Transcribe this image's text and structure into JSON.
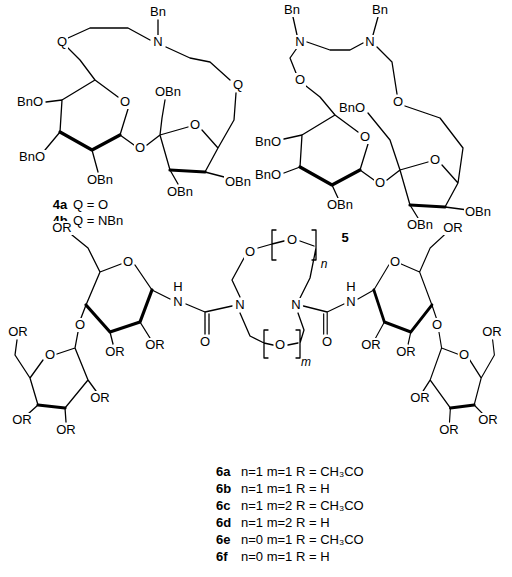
{
  "diagram": {
    "labels": [
      "Bn",
      "Q",
      "N",
      "Q",
      "O",
      "BnO",
      "OBn",
      "O",
      "O",
      "BnO",
      "OBn",
      "OBn",
      "OBn",
      "4a",
      "Q = O",
      "4b",
      "Q = NBn",
      "Bn",
      "Bn",
      "N",
      "N",
      "O",
      "O",
      "BnO",
      "O",
      "BnO",
      "O",
      "BnO",
      "O",
      "OBn",
      "OBn",
      "OBn",
      "5",
      "OR",
      "O",
      "H",
      "N",
      "O",
      "O",
      "OR",
      "OR",
      "OR",
      "O",
      "OR",
      "OR",
      "OR",
      "O",
      "O",
      "n",
      "N",
      "N",
      "O",
      "m",
      "OR",
      "O",
      "H",
      "N",
      "O",
      "O",
      "OR",
      "OR",
      "OR",
      "O",
      "OR",
      "OR",
      "OR",
      "6a",
      "n=1 m=1 R = CH₃CO",
      "6b",
      "n=1 m=1 R = H",
      "6c",
      "n=1 m=2 R = CH₃CO",
      "6d",
      "n=1 m=2 R = H",
      "6e",
      "n=0 m=1 R = CH₃CO",
      "6f",
      "n=0 m=1 R = H"
    ]
  }
}
